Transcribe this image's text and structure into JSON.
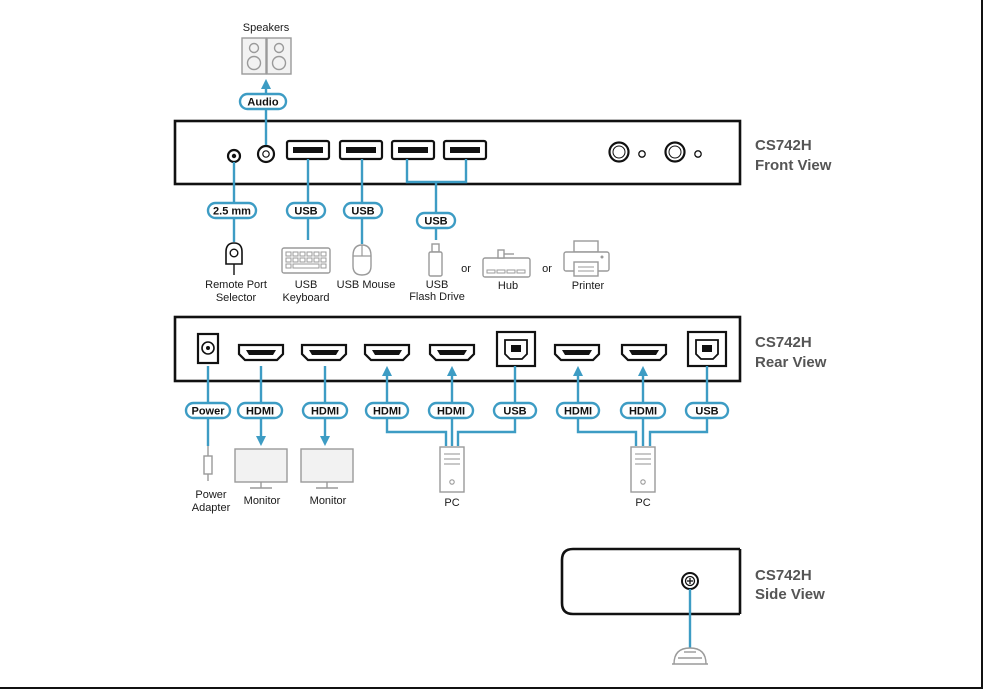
{
  "views": {
    "front": {
      "model": "CS742H",
      "view": "Front View"
    },
    "rear": {
      "model": "CS742H",
      "view": "Rear View"
    },
    "side": {
      "model": "CS742H",
      "view": "Side View"
    }
  },
  "cables": {
    "audio": "Audio",
    "remote": "2.5 mm",
    "usb": "USB",
    "power": "Power",
    "hdmi": "HDMI"
  },
  "devices": {
    "speakers": "Speakers",
    "remote_port_line1": "Remote Port",
    "remote_port_line2": "Selector",
    "usb_keyboard_line1": "USB",
    "usb_keyboard_line2": "Keyboard",
    "usb_mouse": "USB Mouse",
    "usb_flash_line1": "USB",
    "usb_flash_line2": "Flash Drive",
    "or": "or",
    "hub": "Hub",
    "printer": "Printer",
    "power_adapter_line1": "Power",
    "power_adapter_line2": "Adapter",
    "monitor": "Monitor",
    "pc": "PC"
  },
  "colors": {
    "cable": "#3d9cc4",
    "panel_outline": "#111111",
    "peripheral": "#9a9a9a",
    "title_text": "#555555"
  }
}
